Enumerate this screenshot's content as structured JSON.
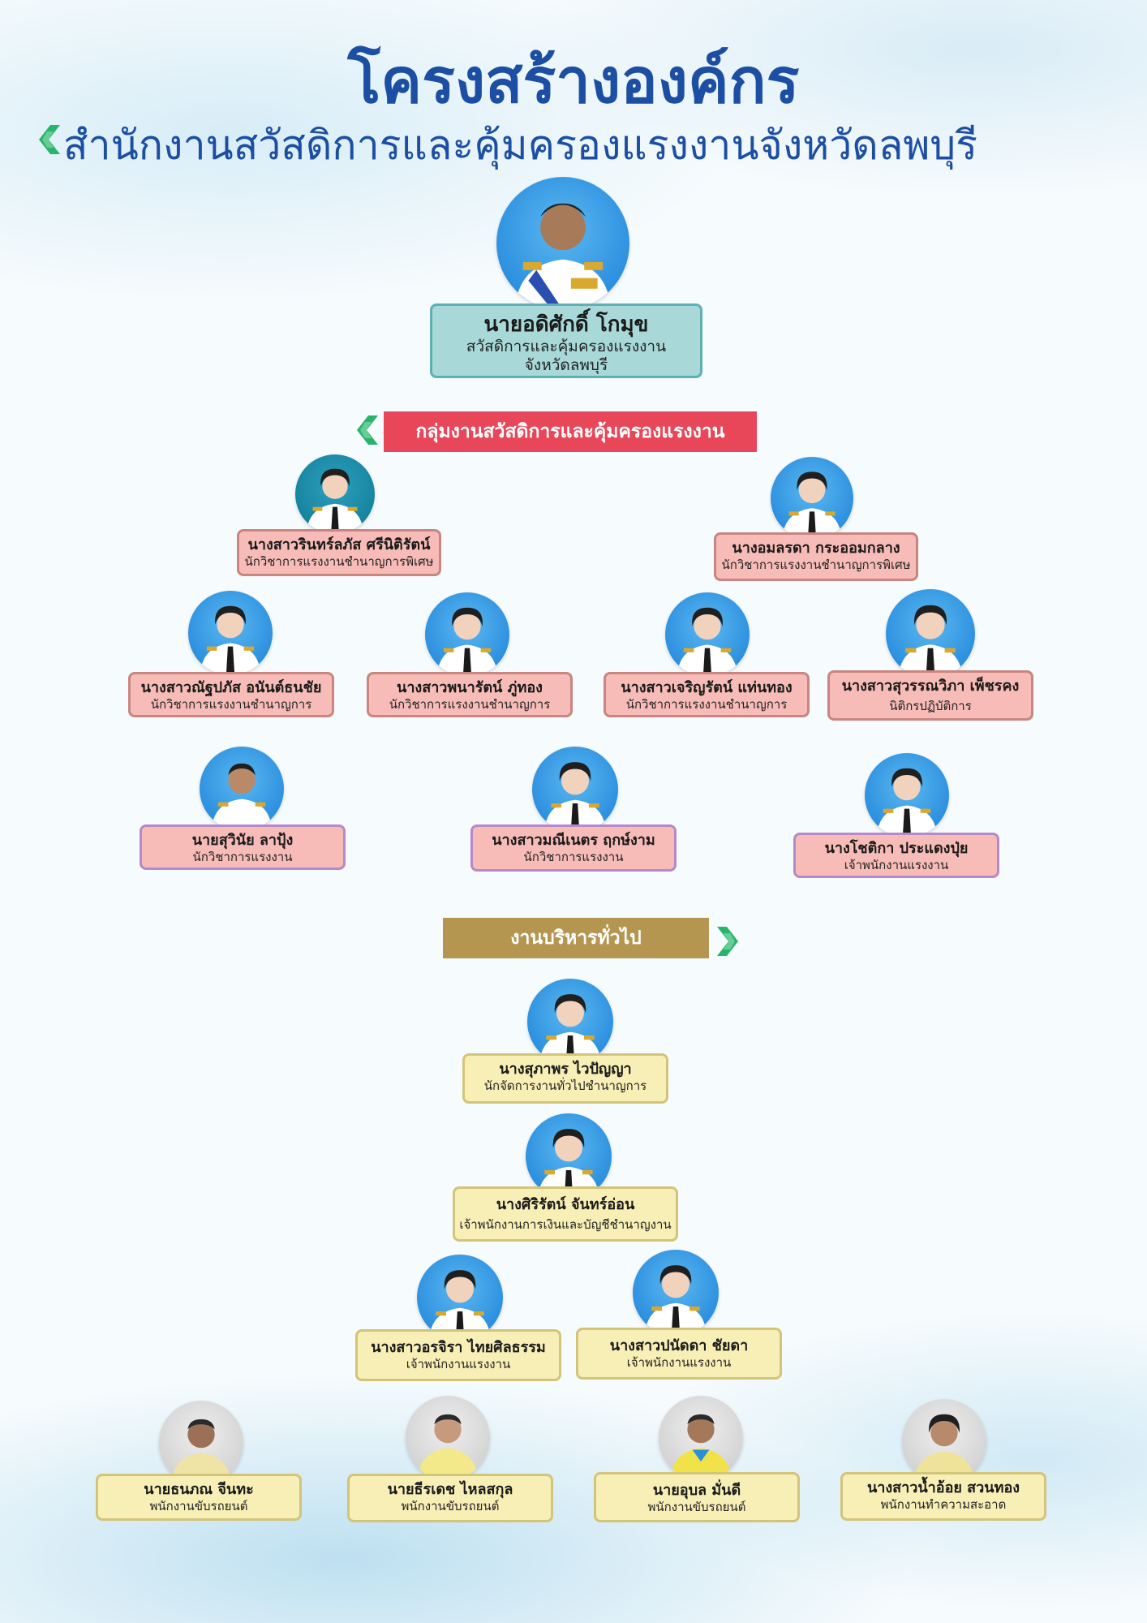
{
  "title": "โครงสร้างองค์กร",
  "subtitle": "สำนักงานสวัสดิการและคุ้มครองแรงงานจังหวัดลพบุรี",
  "colors": {
    "title": "#1c4fa3",
    "chevron_green": "#2ab36b",
    "section_labor": "#e8475a",
    "section_admin": "#b59650",
    "card_head": "#a8d8d8",
    "card_pink": "#f7bcb8",
    "card_yellow": "#f8efb6"
  },
  "head": {
    "name": "นายอดิศักดิ์ โกมุข",
    "position_line1": "สวัสดิการและคุ้มครองแรงงาน",
    "position_line2": "จังหวัดลพบุรี"
  },
  "sections": {
    "labor": "กลุ่มงานสวัสดิการและคุ้มครองแรงงาน",
    "admin": "งานบริหารทั่วไป"
  },
  "labor_staff": [
    {
      "name": "นางสาวรินทร์ลภัส ศรีนิติรัตน์",
      "position": "นักวิชาการแรงงานชำนาญการพิเศษ"
    },
    {
      "name": "นางอมลรดา กระออมกลาง",
      "position": "นักวิชาการแรงงานชำนาญการพิเศษ"
    },
    {
      "name": "นางสาวณัฐปภัส อนันต์ธนชัย",
      "position": "นักวิชาการแรงงานชำนาญการ"
    },
    {
      "name": "นางสาวพนารัตน์ ภู่ทอง",
      "position": "นักวิชาการแรงงานชำนาญการ"
    },
    {
      "name": "นางสาวเจริญรัตน์ แท่นทอง",
      "position": "นักวิชาการแรงงานชำนาญการ"
    },
    {
      "name": "นางสาวสุวรรณวิภา เพ็ชรคง",
      "position": "นิติกรปฏิบัติการ"
    },
    {
      "name": "นายสุวินัย ลาปุ้ง",
      "position": "นักวิชาการแรงงาน"
    },
    {
      "name": "นางสาวมณีเนตร ฤกษ์งาม",
      "position": "นักวิชาการแรงงาน"
    },
    {
      "name": "นางโชติกา ประแดงปุ่ย",
      "position": "เจ้าพนักงานแรงงาน"
    }
  ],
  "admin_staff": [
    {
      "name": "นางสุภาพร ไวปัญญา",
      "position": "นักจัดการงานทั่วไปชำนาญการ"
    },
    {
      "name": "นางศิริรัตน์ จันทร์อ่อน",
      "position": "เจ้าพนักงานการเงินและบัญชีชำนาญงาน"
    },
    {
      "name": "นางสาวอรจิรา ไทยศิลธรรม",
      "position": "เจ้าพนักงานแรงงาน"
    },
    {
      "name": "นางสาวปนัดดา ชัยดา",
      "position": "เจ้าพนักงานแรงงาน"
    }
  ],
  "support_staff": [
    {
      "name": "นายธนภณ จีนทะ",
      "position": "พนักงานขับรถยนต์"
    },
    {
      "name": "นายธีรเดช ไหลสกุล",
      "position": "พนักงานขับรถยนต์"
    },
    {
      "name": "นายอุบล มั่นดี",
      "position": "พนักงานขับรถยนต์"
    },
    {
      "name": "นางสาวน้ำอ้อย สวนทอง",
      "position": "พนักงานทำความสะอาด"
    }
  ],
  "icons": {
    "chevron": "green-chevron-icon",
    "portrait": "person-portrait-icon"
  }
}
